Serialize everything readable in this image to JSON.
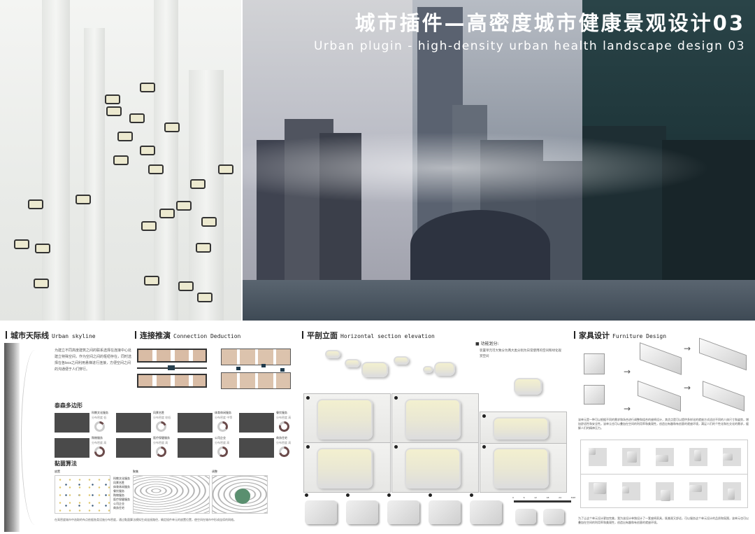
{
  "title": {
    "zh": "城市插件—高密度城市健康景观设计03",
    "en": "Urban plugin - high-density urban health landscape design 03"
  },
  "skyline": {
    "zh": "城市天际线",
    "en": "Urban skyline"
  },
  "connection": {
    "zh": "连接推演",
    "en": "Connection Deduction",
    "text": "为建立不同高度建筑之间的联系选择在连接中心处建立特殊空间，作为空间之间的枢纽存在，同时选择在各box之间利用悬梯进行连接，方便空间之间的沟通便于人们穿行。"
  },
  "voronoi": {
    "heading": "泰森多边形",
    "items": [
      {
        "label": "科教文化服务",
        "sub": "分布密度 低",
        "share": 0.15
      },
      {
        "label": "风景名胜",
        "sub": "分布密度 较低",
        "share": 0.2
      },
      {
        "label": "体育休闲服务",
        "sub": "分布密度 中等",
        "share": 0.35
      },
      {
        "label": "餐饮服务",
        "sub": "分布密度 高",
        "share": 0.8
      },
      {
        "label": "购物服务",
        "sub": "分布密度 高",
        "share": 0.75
      },
      {
        "label": "医疗保健服务",
        "sub": "分布密度 高",
        "share": 0.65
      },
      {
        "label": "公司企业",
        "sub": "分布密度 高",
        "share": 0.6
      },
      {
        "label": "商务住宅",
        "sub": "分布密度 高",
        "share": 0.7
      }
    ]
  },
  "slime": {
    "heading": "黏菌算法",
    "stages": [
      "放置",
      "聚集",
      "调整"
    ],
    "legend": [
      "科教文化服务",
      "风景名胜",
      "体育休闲服务",
      "餐饮服务",
      "购物服务",
      "医疗保健服务",
      "公司企业",
      "商务住宅"
    ],
    "note": "在高密度城市中选取的布点依据各类设施分布密度，通过黏菌算法模拟生成连接路径，确定插件单元的放置位置，使空间在城市中形成连续的网络。"
  },
  "section": {
    "zh": "平剖立面",
    "en": "Horizontal section elevation",
    "func_title": "功能划分:",
    "func_text": "装置单元可大致分为两大类分别为日常使用的空间和绿化观赏空间",
    "scale": [
      "0",
      "6",
      "12",
      "18",
      "24",
      "30M"
    ]
  },
  "furniture": {
    "zh": "家具设计",
    "en": "Furniture Design",
    "text1": "该单元是一种可以根据不同的需求和场合进行调整和组合的座椅设计，其优点是可以提供多样化的就座方式适应不同的人体尺寸和姿势，增加舒适性和安全性。该单元也可以叠加在空间的利用率和美观性，创造出有趣和有创意的就座环境，满足人们的个性化和社交化的需求，缓解人们的精神压力。",
    "text2": "为了让这个单元设计更加完美，我为该设计单独设计了一套座椅家具，既美观又舒适，可以服务这个单元设计的品质和氛围，该单元也可以叠加在空间的利用率和美观性，创造出有趣和有创意的就座环境。"
  }
}
